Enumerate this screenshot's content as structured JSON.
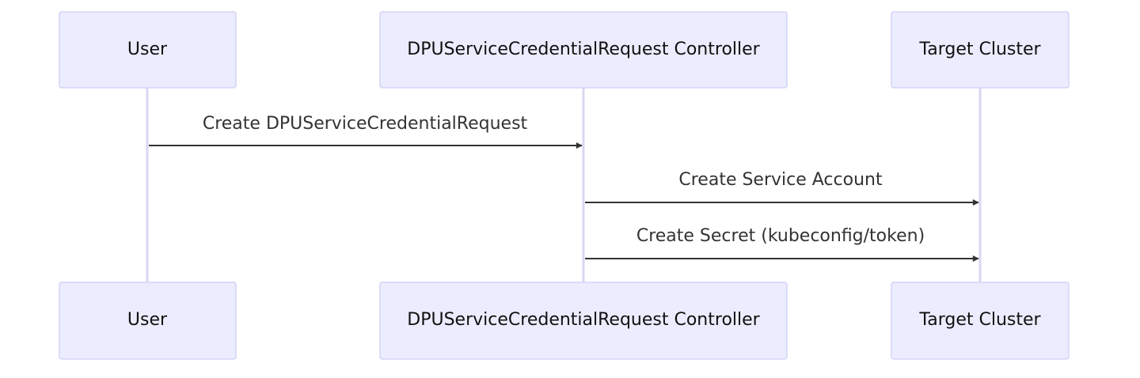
{
  "participants": [
    {
      "id": "user",
      "label": "User"
    },
    {
      "id": "controller",
      "label": "DPUServiceCredentialRequest Controller"
    },
    {
      "id": "target",
      "label": "Target Cluster"
    }
  ],
  "messages": [
    {
      "from": "user",
      "to": "controller",
      "label": "Create DPUServiceCredentialRequest"
    },
    {
      "from": "controller",
      "to": "target",
      "label": "Create Service Account"
    },
    {
      "from": "controller",
      "to": "target",
      "label": "Create Secret (kubeconfig/token)"
    }
  ],
  "colors": {
    "actor_fill": "#ececff",
    "actor_border": "#d3d3f5",
    "lifeline": "#dcd4f2",
    "arrow": "#333333"
  }
}
